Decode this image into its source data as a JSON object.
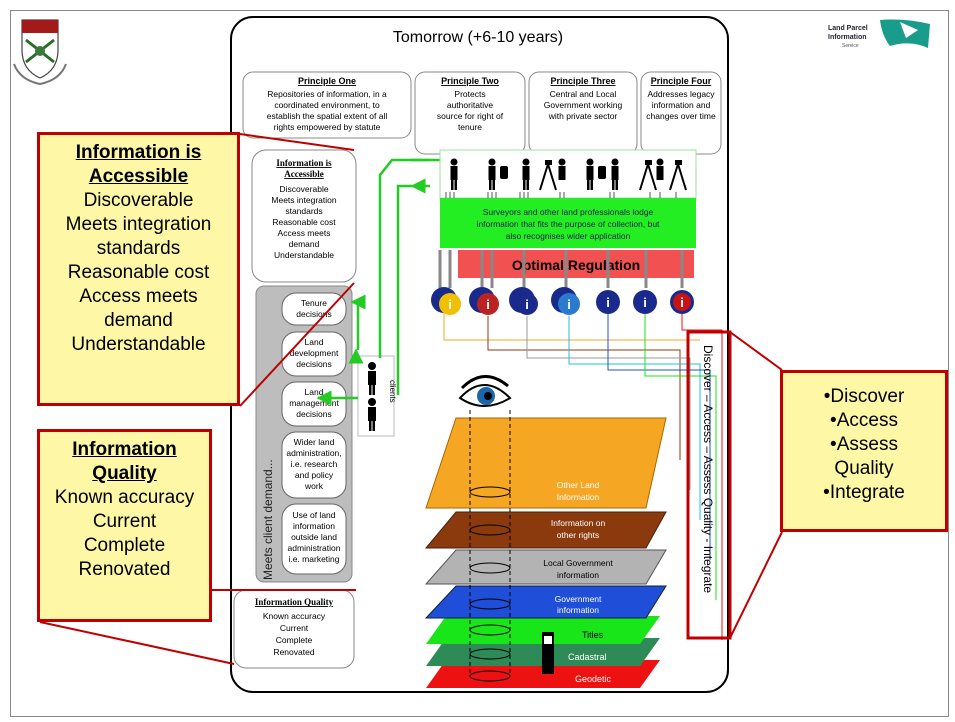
{
  "title": "Tomorrow (+6-10 years)",
  "logos": {
    "left_alt": "university crest",
    "right_text": [
      "Land Parcel",
      "Information",
      "Service"
    ]
  },
  "principles": [
    {
      "title": "Principle One",
      "text": [
        "Repositories of information, in a",
        "coordinated environment, to",
        "establish the spatial extent of all",
        "rights empowered by statute"
      ]
    },
    {
      "title": "Principle Two",
      "text": [
        "Protects",
        "authoritative",
        "source for right of",
        "tenure"
      ]
    },
    {
      "title": "Principle Three",
      "text": [
        "Central and Local",
        "Government working",
        "with private sector"
      ]
    },
    {
      "title": "Principle Four",
      "text": [
        "Addresses legacy",
        "information and",
        "changes over time"
      ]
    }
  ],
  "small_accessible": {
    "title": [
      "Information is",
      "Accessible"
    ],
    "lines": [
      "Discoverable",
      "Meets integration",
      "standards",
      "Reasonable cost",
      "Access meets",
      "demand",
      "Understandable"
    ]
  },
  "decisions": {
    "side_label": "Meets client demand...",
    "items": [
      [
        "Tenure",
        "decisions"
      ],
      [
        "Land",
        "development",
        "decisions"
      ],
      [
        "Land",
        "management",
        "decisions"
      ],
      [
        "Wider land",
        "administration,",
        "i.e. research",
        "and policy",
        "work"
      ],
      [
        "Use of land",
        "information",
        "outside land",
        "administration",
        "i.e. marketing"
      ]
    ]
  },
  "small_quality": {
    "title": "Information Quality",
    "lines": [
      "Known accuracy",
      "Current",
      "Complete",
      "Renovated"
    ]
  },
  "clients_label": "clients",
  "surveyors_text": [
    "Surveyors and other land professionals lodge",
    "information that fits the purpose of collection, but",
    "also recognises wider application"
  ],
  "optimal_regulation": "Optimal Regulation",
  "info_icon_glyph": "i",
  "layers": [
    {
      "label": [
        "Other Land",
        "Information"
      ],
      "color": "#f5a623"
    },
    {
      "label": [
        "Information on",
        "other rights"
      ],
      "color": "#8b3a0e"
    },
    {
      "label": [
        "Local Government",
        "information"
      ],
      "color": "#b3b3b3"
    },
    {
      "label": [
        "Government",
        "information"
      ],
      "color": "#1f4fd8"
    },
    {
      "label": [
        "Titles"
      ],
      "color": "#19e619"
    },
    {
      "label": [
        "Cadastral"
      ],
      "color": "#2e8b57"
    },
    {
      "label": [
        "Geodetic"
      ],
      "color": "#ee1111"
    }
  ],
  "vertical_process": "Discover – Access – Assess Quality - Integrate",
  "callout_accessible": {
    "title": [
      "Information is",
      "Accessible"
    ],
    "lines": [
      "Discoverable",
      "Meets integration",
      "standards",
      "Reasonable cost",
      "Access meets",
      "demand",
      "Understandable"
    ]
  },
  "callout_quality": {
    "title": [
      "Information",
      "Quality"
    ],
    "lines": [
      "Known accuracy",
      "Current",
      "Complete",
      "Renovated"
    ]
  },
  "callout_process": {
    "lines": [
      "•Discover",
      "•Access",
      "•Assess",
      "Quality",
      "•Integrate"
    ]
  },
  "colors": {
    "red_border": "#c00000",
    "callout_fill": "#fdf7a6",
    "green": "#22cc22",
    "regulation_red": "#ee3333"
  }
}
